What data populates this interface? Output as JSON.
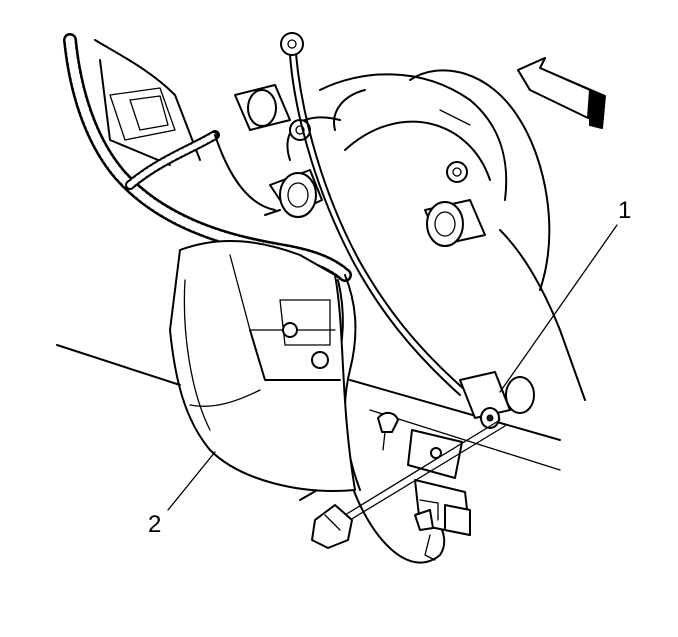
{
  "callouts": [
    {
      "id": "1",
      "label": "1"
    },
    {
      "id": "2",
      "label": "2"
    }
  ],
  "icons": {
    "direction_arrow": "forward-arrow-icon"
  }
}
